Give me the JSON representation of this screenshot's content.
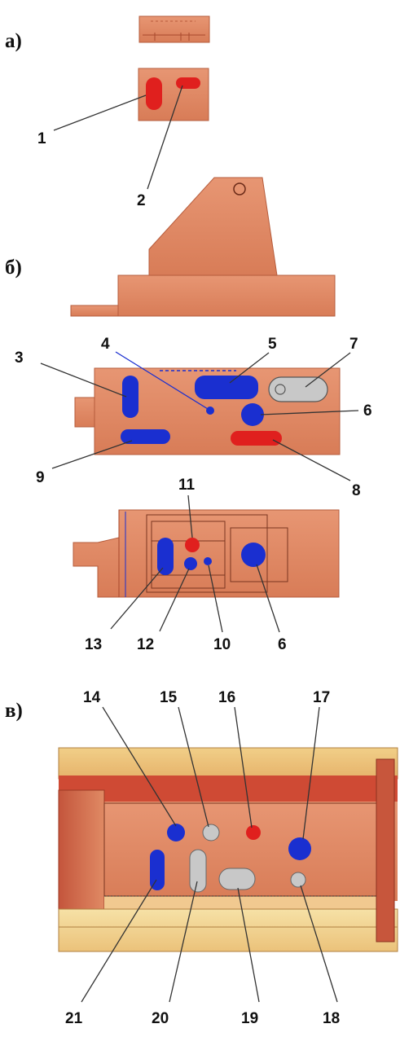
{
  "sections": {
    "a": "а)",
    "b": "б)",
    "v": "в)"
  },
  "callouts": {
    "n1": "1",
    "n2": "2",
    "n3": "3",
    "n4": "4",
    "n5": "5",
    "n6": "6",
    "n6b": "6",
    "n7": "7",
    "n8": "8",
    "n9": "9",
    "n10": "10",
    "n11": "11",
    "n12": "12",
    "n13": "13",
    "n14": "14",
    "n15": "15",
    "n16": "16",
    "n17": "17",
    "n18": "18",
    "n19": "19",
    "n20": "20",
    "n21": "21"
  },
  "colors": {
    "part": "#e08a64",
    "part_dark": "#c0603e",
    "bar_top": "#e9c67a",
    "bar_red": "#cf4a34",
    "blue_mark": "#1a2fd0",
    "red_mark": "#e0201e",
    "grey_mark": "#c8c8c8"
  }
}
